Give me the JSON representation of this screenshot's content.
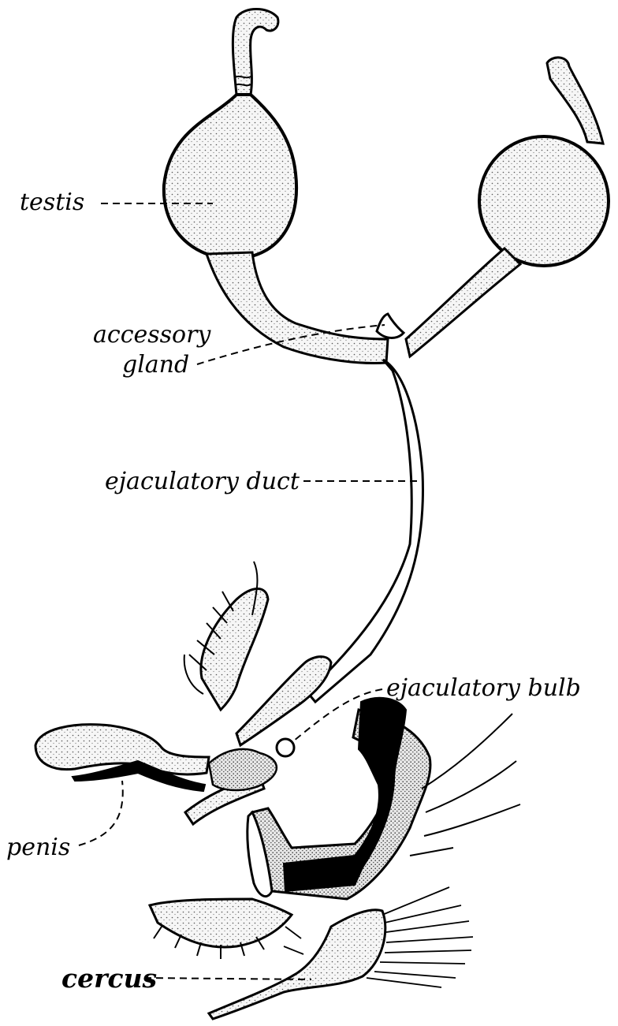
{
  "labels": {
    "testis": "testis",
    "accessory": "accessory",
    "gland": "gland",
    "ejaculatory_duct": "ejaculatory duct",
    "ejaculatory_bulb": "ejaculatory bulb",
    "penis": "penis",
    "cercus": "cercus"
  },
  "colors": {
    "ink": "#000000",
    "paper": "#ffffff",
    "stipple": "#f2f2f2"
  }
}
